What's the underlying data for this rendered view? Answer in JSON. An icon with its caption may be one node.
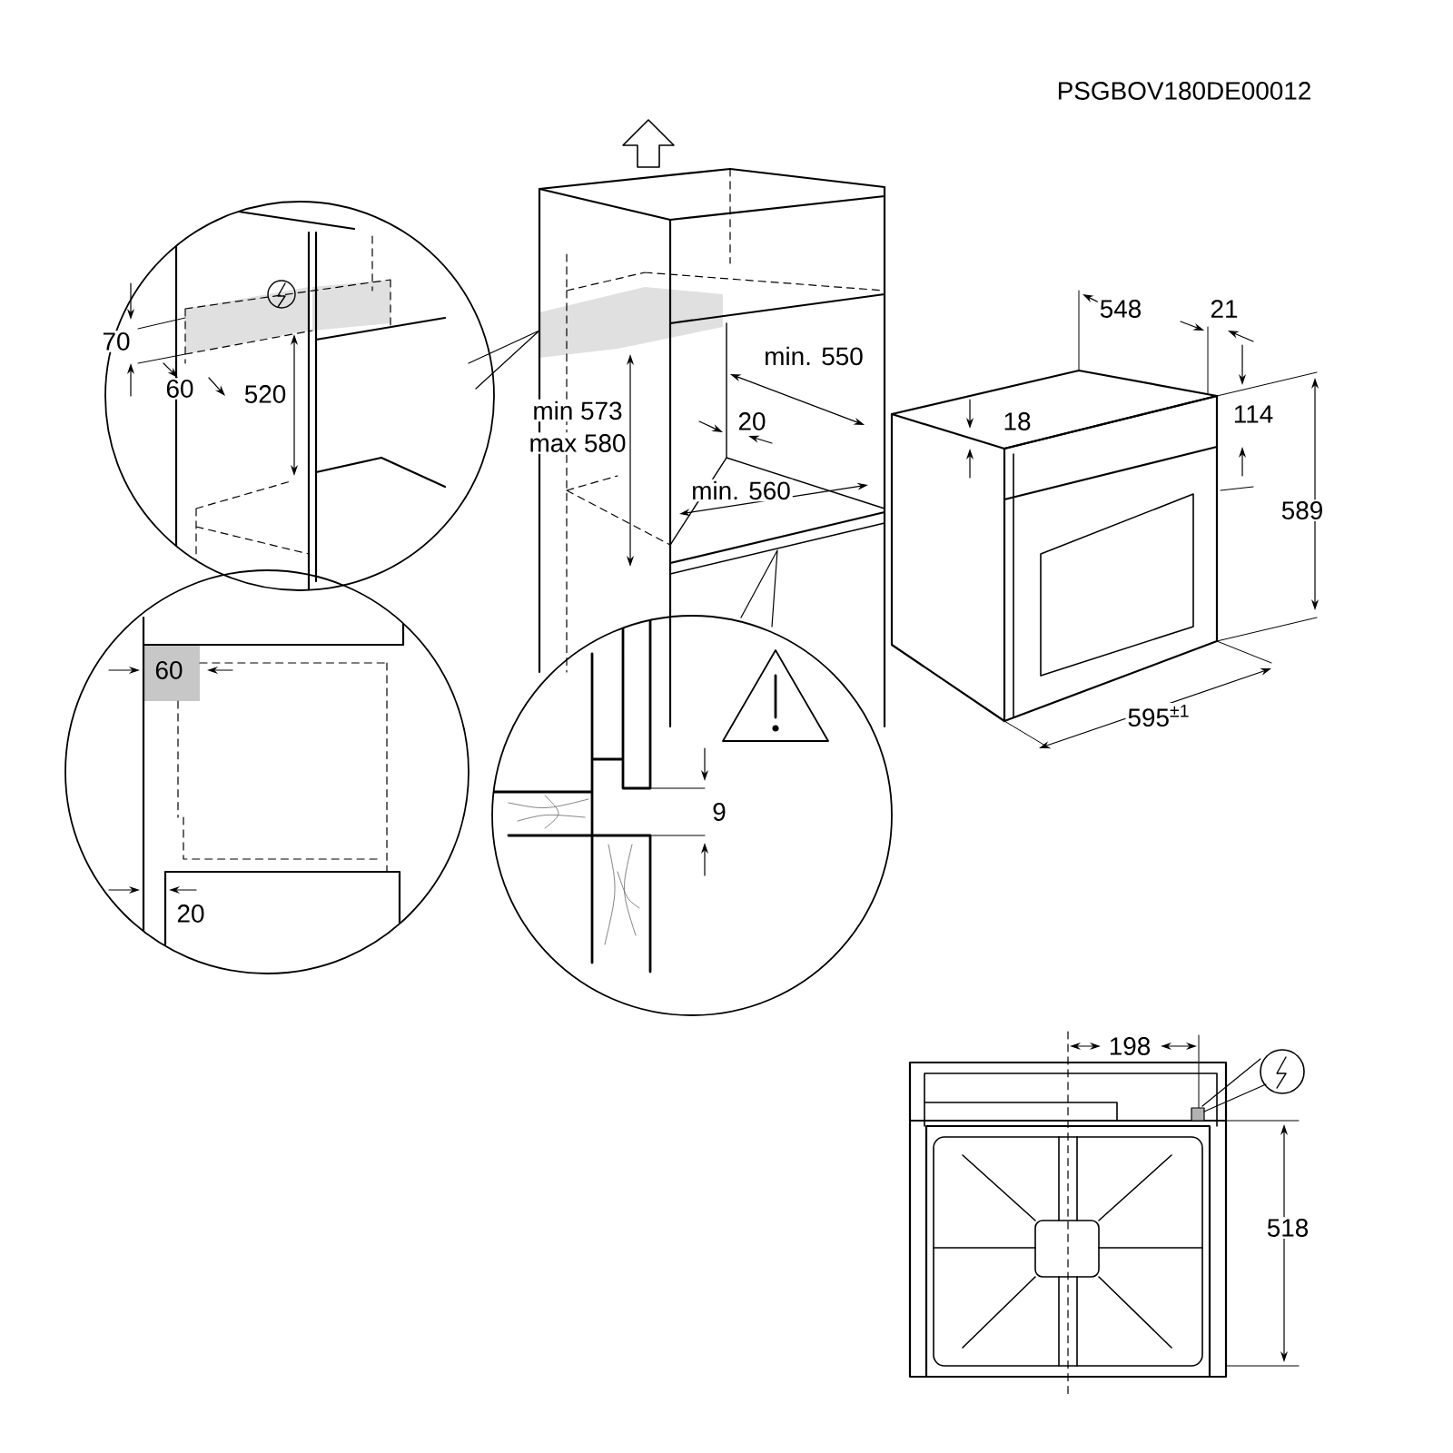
{
  "diagram": {
    "labels": [
      "PSGBOV180DE00012",
      "548",
      "21",
      "70",
      "min. 550",
      "60",
      "520",
      "min 573",
      "20",
      "18",
      "114",
      "max 580",
      "min. 560",
      "589",
      "595$^{±1}$",
      "60",
      "9",
      "20",
      "198",
      "518"
    ]
  }
}
